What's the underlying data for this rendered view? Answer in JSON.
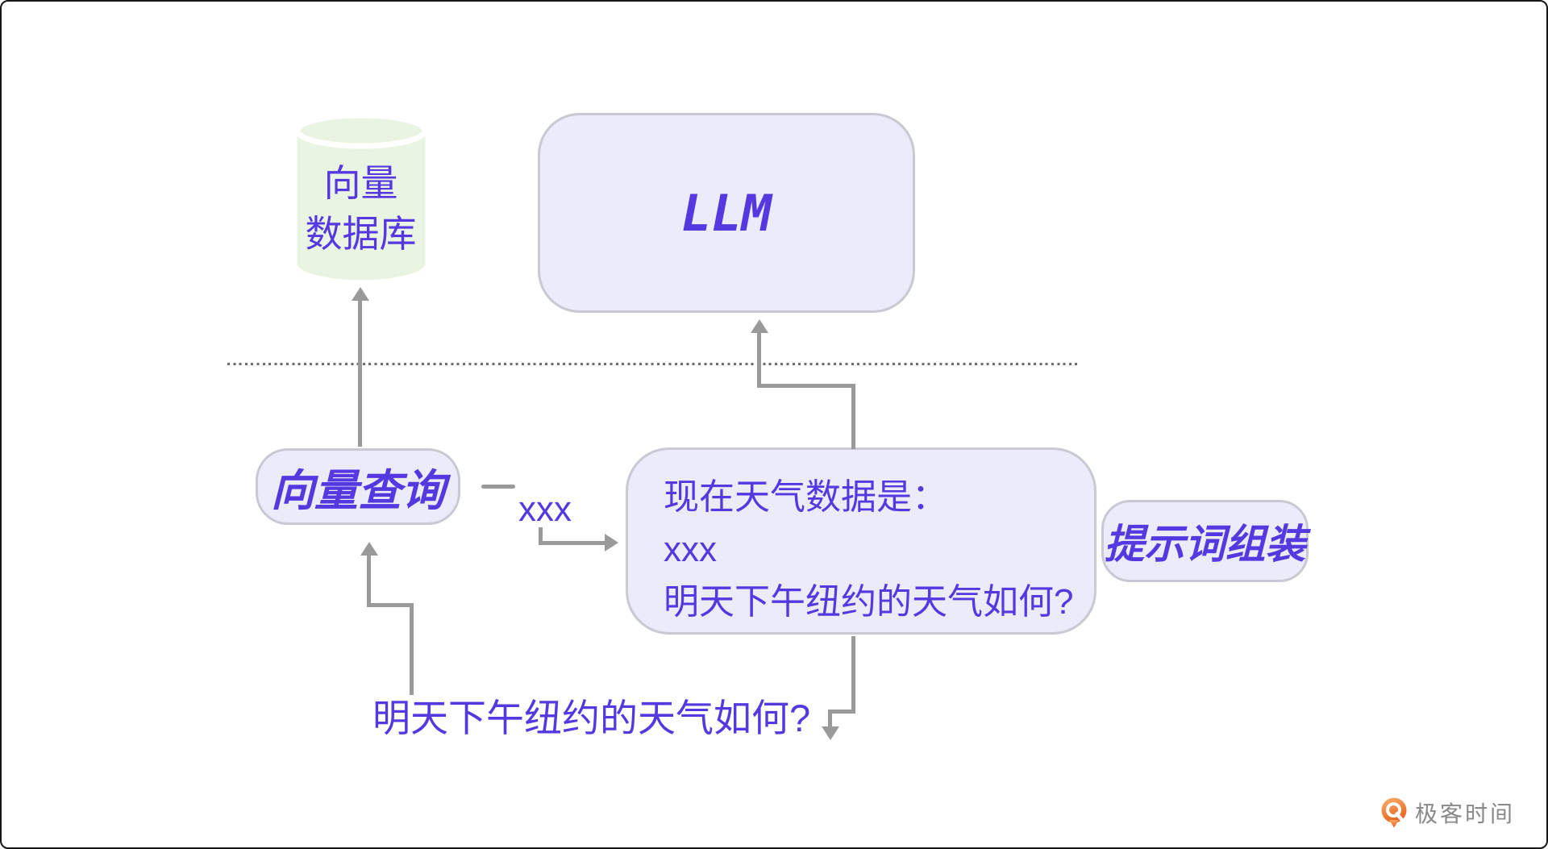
{
  "diagram": {
    "vector_db": {
      "line1": "向量",
      "line2": "数据库"
    },
    "llm_label": "LLM",
    "vector_query_label": "向量查询",
    "xxx_label": "xxx",
    "prompt_box": {
      "line1": "现在天气数据是：",
      "line2": "xxx",
      "line3": "明天下午纽约的天气如何?"
    },
    "prompt_assembly_label": "提示词组装",
    "user_question": "明天下午纽约的天气如何?"
  },
  "footer": {
    "brand": "极客时间"
  },
  "colors": {
    "purple_text": "#5538df",
    "node_fill": "#ecebf9",
    "node_border": "#c9c9d4",
    "db_green": "#e9f4e3",
    "arrow_gray": "#9a9a9a",
    "divider_gray": "#6b6b6b",
    "logo_orange_light": "#f9b36b",
    "logo_orange_dark": "#e8631f",
    "brand_gray": "#898989"
  }
}
